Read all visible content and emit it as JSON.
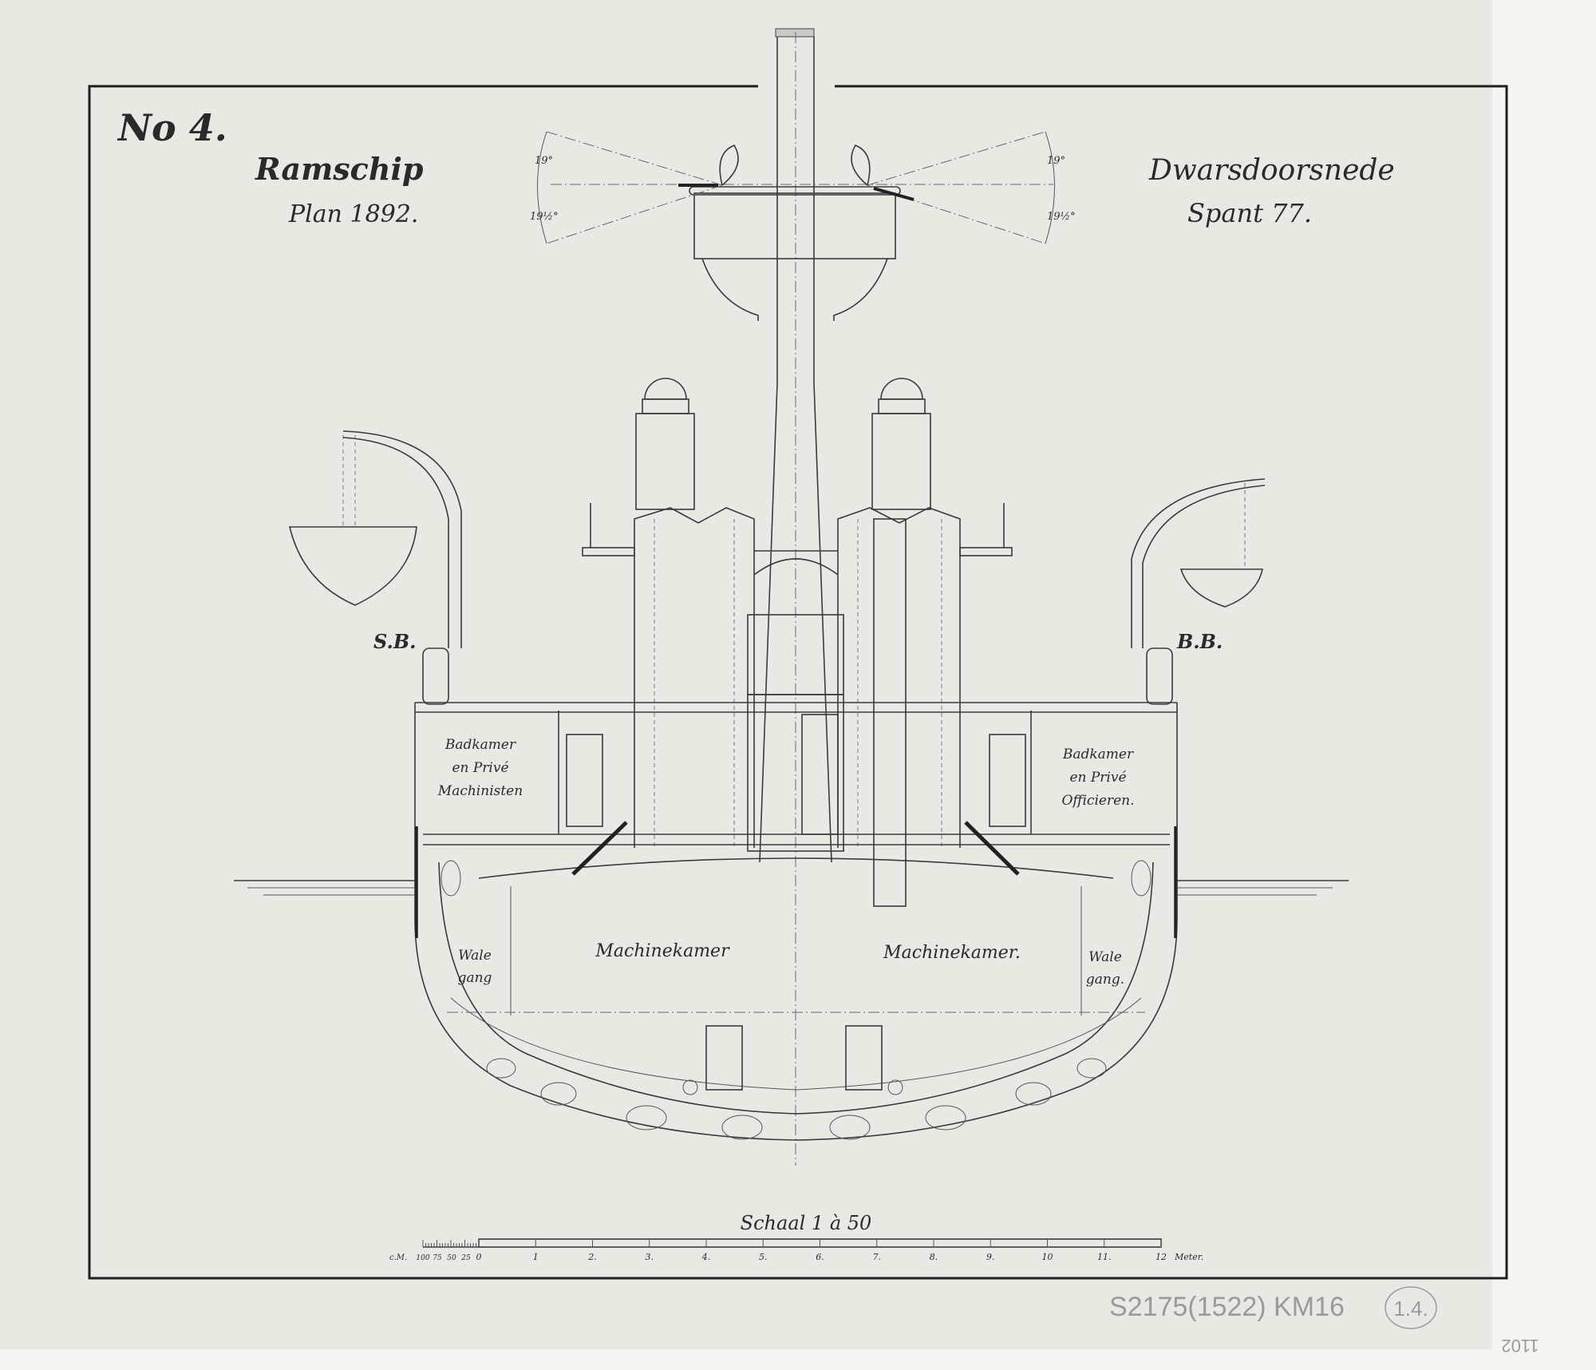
{
  "drawing": {
    "number": "No 4.",
    "title_left": {
      "line1": "Ramschip",
      "line2": "Plan 1892."
    },
    "title_right": {
      "line1": "Dwarsdoorsnede",
      "line2": "Spant 77."
    },
    "side_labels": {
      "starboard": "S.B.",
      "port": "B.B."
    },
    "angles": {
      "upper": "19°",
      "lower": "19½°"
    },
    "rooms": {
      "left_cabin": [
        "Badkamer",
        "en Privé",
        "Machinisten"
      ],
      "right_cabin": [
        "Badkamer",
        "en Privé",
        "Officieren."
      ],
      "engine_left": "Machinekamer",
      "engine_right": "Machinekamer.",
      "gangway_left": [
        "Wale",
        "gang"
      ],
      "gangway_right": [
        "Wale",
        "gang."
      ]
    },
    "scale": {
      "title": "Schaal 1 à 50",
      "unit_left": "c.M.",
      "sub_labels": [
        "100",
        "75",
        "50",
        "25"
      ],
      "labels": [
        "0",
        "1",
        "2.",
        "3.",
        "4.",
        "5.",
        "6.",
        "7.",
        "8.",
        "9.",
        "10",
        "11.",
        "12"
      ],
      "unit_right": "Meter."
    }
  },
  "annotations": {
    "catalog": "S2175(1522) KM16",
    "circled": "1.4.",
    "corner": "1102"
  }
}
